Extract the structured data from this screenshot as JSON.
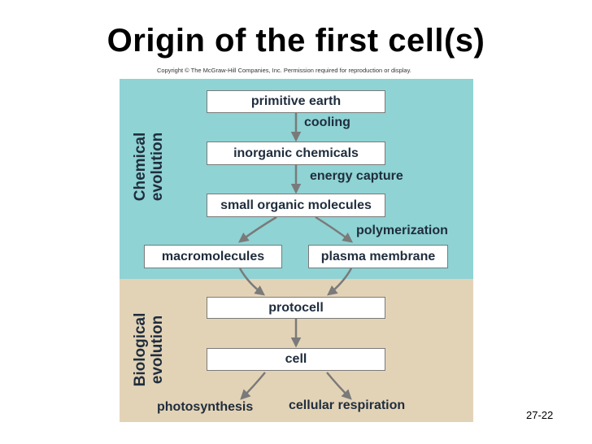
{
  "slide": {
    "title": "Origin of the first cell(s)",
    "copyright": "Copyright © The McGraw-Hill Companies, Inc. Permission required for reproduction or display.",
    "page_number": "27-22"
  },
  "sections": {
    "chemical": {
      "line1": "Chemical",
      "line2": "evolution",
      "color": "#8fd3d4"
    },
    "biological": {
      "line1": "Biological",
      "line2": "evolution",
      "color": "#e3d3b6"
    }
  },
  "nodes": {
    "primitive_earth": "primitive earth",
    "inorganic_chemicals": "inorganic chemicals",
    "small_organic_molecules": "small organic molecules",
    "macromolecules": "macromolecules",
    "plasma_membrane": "plasma membrane",
    "protocell": "protocell",
    "cell": "cell",
    "photosynthesis": "photosynthesis",
    "cellular_respiration": "cellular respiration"
  },
  "processes": {
    "cooling": "cooling",
    "energy_capture": "energy capture",
    "polymerization": "polymerization"
  }
}
